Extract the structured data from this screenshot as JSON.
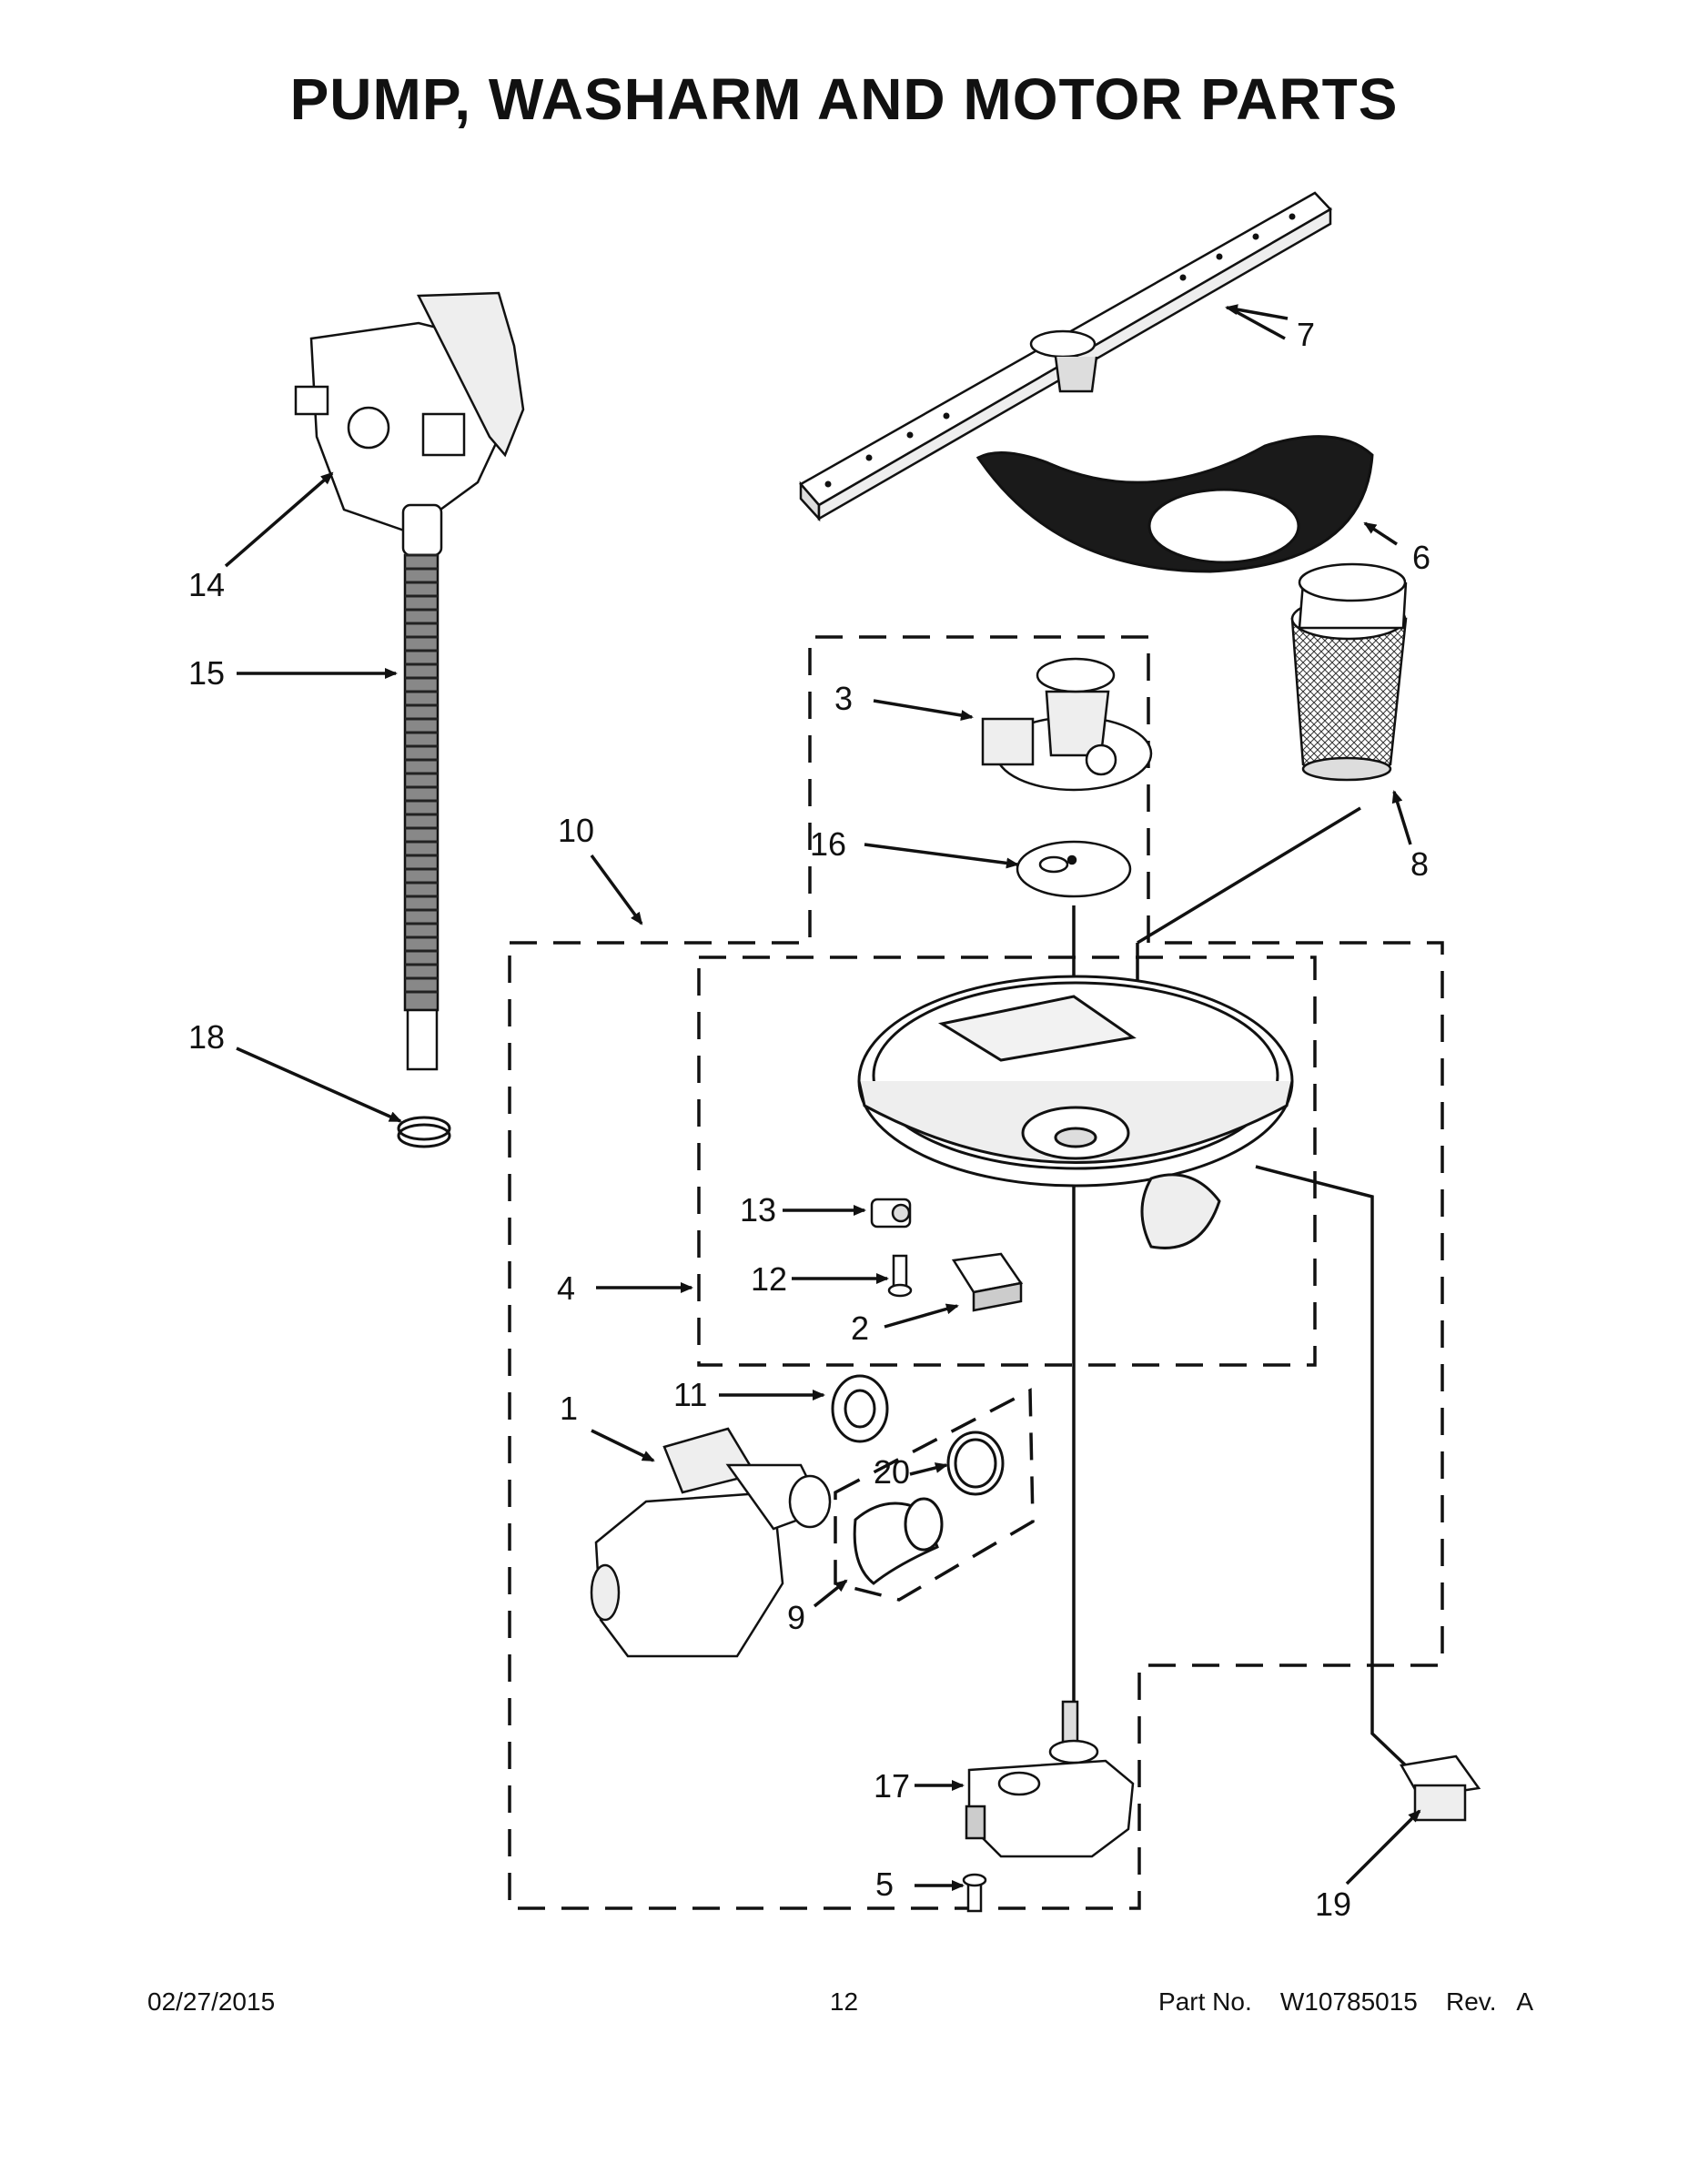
{
  "title": "PUMP, WASHARM AND MOTOR PARTS",
  "callouts": [
    "1",
    "2",
    "3",
    "4",
    "5",
    "6",
    "7",
    "8",
    "9",
    "10",
    "11",
    "12",
    "13",
    "14",
    "15",
    "16",
    "17",
    "18",
    "19",
    "20"
  ],
  "footer": {
    "date": "02/27/2015",
    "page": "12",
    "part_label": "Part No.",
    "part_number": "W10785015",
    "rev_label": "Rev.",
    "rev": "A"
  }
}
